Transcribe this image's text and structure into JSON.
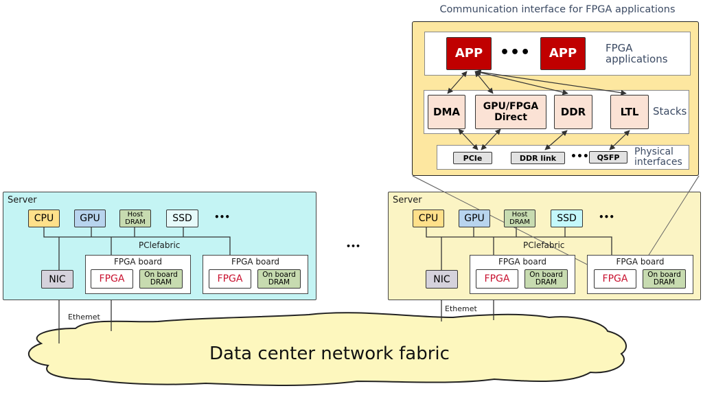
{
  "colors": {
    "server1_bg": "#c4f4f4",
    "server2_bg": "#fbf4c4",
    "panel_bg": "#fde7a0",
    "app_red": "#c00000",
    "stack_bg": "#fbe2d5",
    "phys_bg": "#e2e2e2",
    "cpu_bg": "#ffe08a",
    "gpu_bg": "#b8d4ee",
    "dram_bg": "#c7dbb0",
    "ssd2_bg": "#c4f8fb",
    "nic_bg": "#d5d2dc",
    "fpga_text": "#c8102e",
    "title_text": "#3b4a63",
    "cloud_bg": "#fdf7be"
  },
  "interface_panel": {
    "title": "Communication interface for FPGA applications",
    "app_layer": {
      "apps": [
        "APP",
        "APP"
      ],
      "ellipsis": "•••",
      "label_line1": "FPGA",
      "label_line2": "applications"
    },
    "stacks_layer": {
      "items": [
        {
          "line1": "DMA",
          "line2": ""
        },
        {
          "line1": "GPU/FPGA",
          "line2": "Direct"
        },
        {
          "line1": "DDR",
          "line2": ""
        },
        {
          "line1": "LTL",
          "line2": ""
        }
      ],
      "label": "Stacks"
    },
    "physical_layer": {
      "items": [
        "PCIe",
        "DDR link",
        "QSFP"
      ],
      "ellipsis": "•••",
      "label_line1": "Physical",
      "label_line2": "interfaces"
    }
  },
  "servers": [
    {
      "label": "Server",
      "components": {
        "cpu": "CPU",
        "gpu": "GPU",
        "host_dram_line1": "Host",
        "host_dram_line2": "DRAM",
        "ssd": "SSD",
        "ellipsis": "•••",
        "nic": "NIC"
      },
      "fabric_label": "PClefabric",
      "fpga_boards": [
        {
          "title": "FPGA board",
          "fpga": "FPGA",
          "dram_line1": "On board",
          "dram_line2": "DRAM"
        },
        {
          "title": "FPGA board",
          "fpga": "FPGA",
          "dram_line1": "On board",
          "dram_line2": "DRAM"
        }
      ],
      "ethernet_label": "Ethemet"
    },
    {
      "label": "Server",
      "components": {
        "cpu": "CPU",
        "gpu": "GPU",
        "host_dram_line1": "Host",
        "host_dram_line2": "DRAM",
        "ssd": "SSD",
        "ellipsis": "•••",
        "nic": "NIC"
      },
      "fabric_label": "PClefabric",
      "fpga_boards": [
        {
          "title": "FPGA board",
          "fpga": "FPGA",
          "dram_line1": "On board",
          "dram_line2": "DRAM"
        },
        {
          "title": "FPGA board",
          "fpga": "FPGA",
          "dram_line1": "On board",
          "dram_line2": "DRAM"
        }
      ],
      "ethernet_label": "Ethemet"
    }
  ],
  "between_servers_ellipsis": "•••",
  "network": {
    "label": "Data center network fabric"
  }
}
